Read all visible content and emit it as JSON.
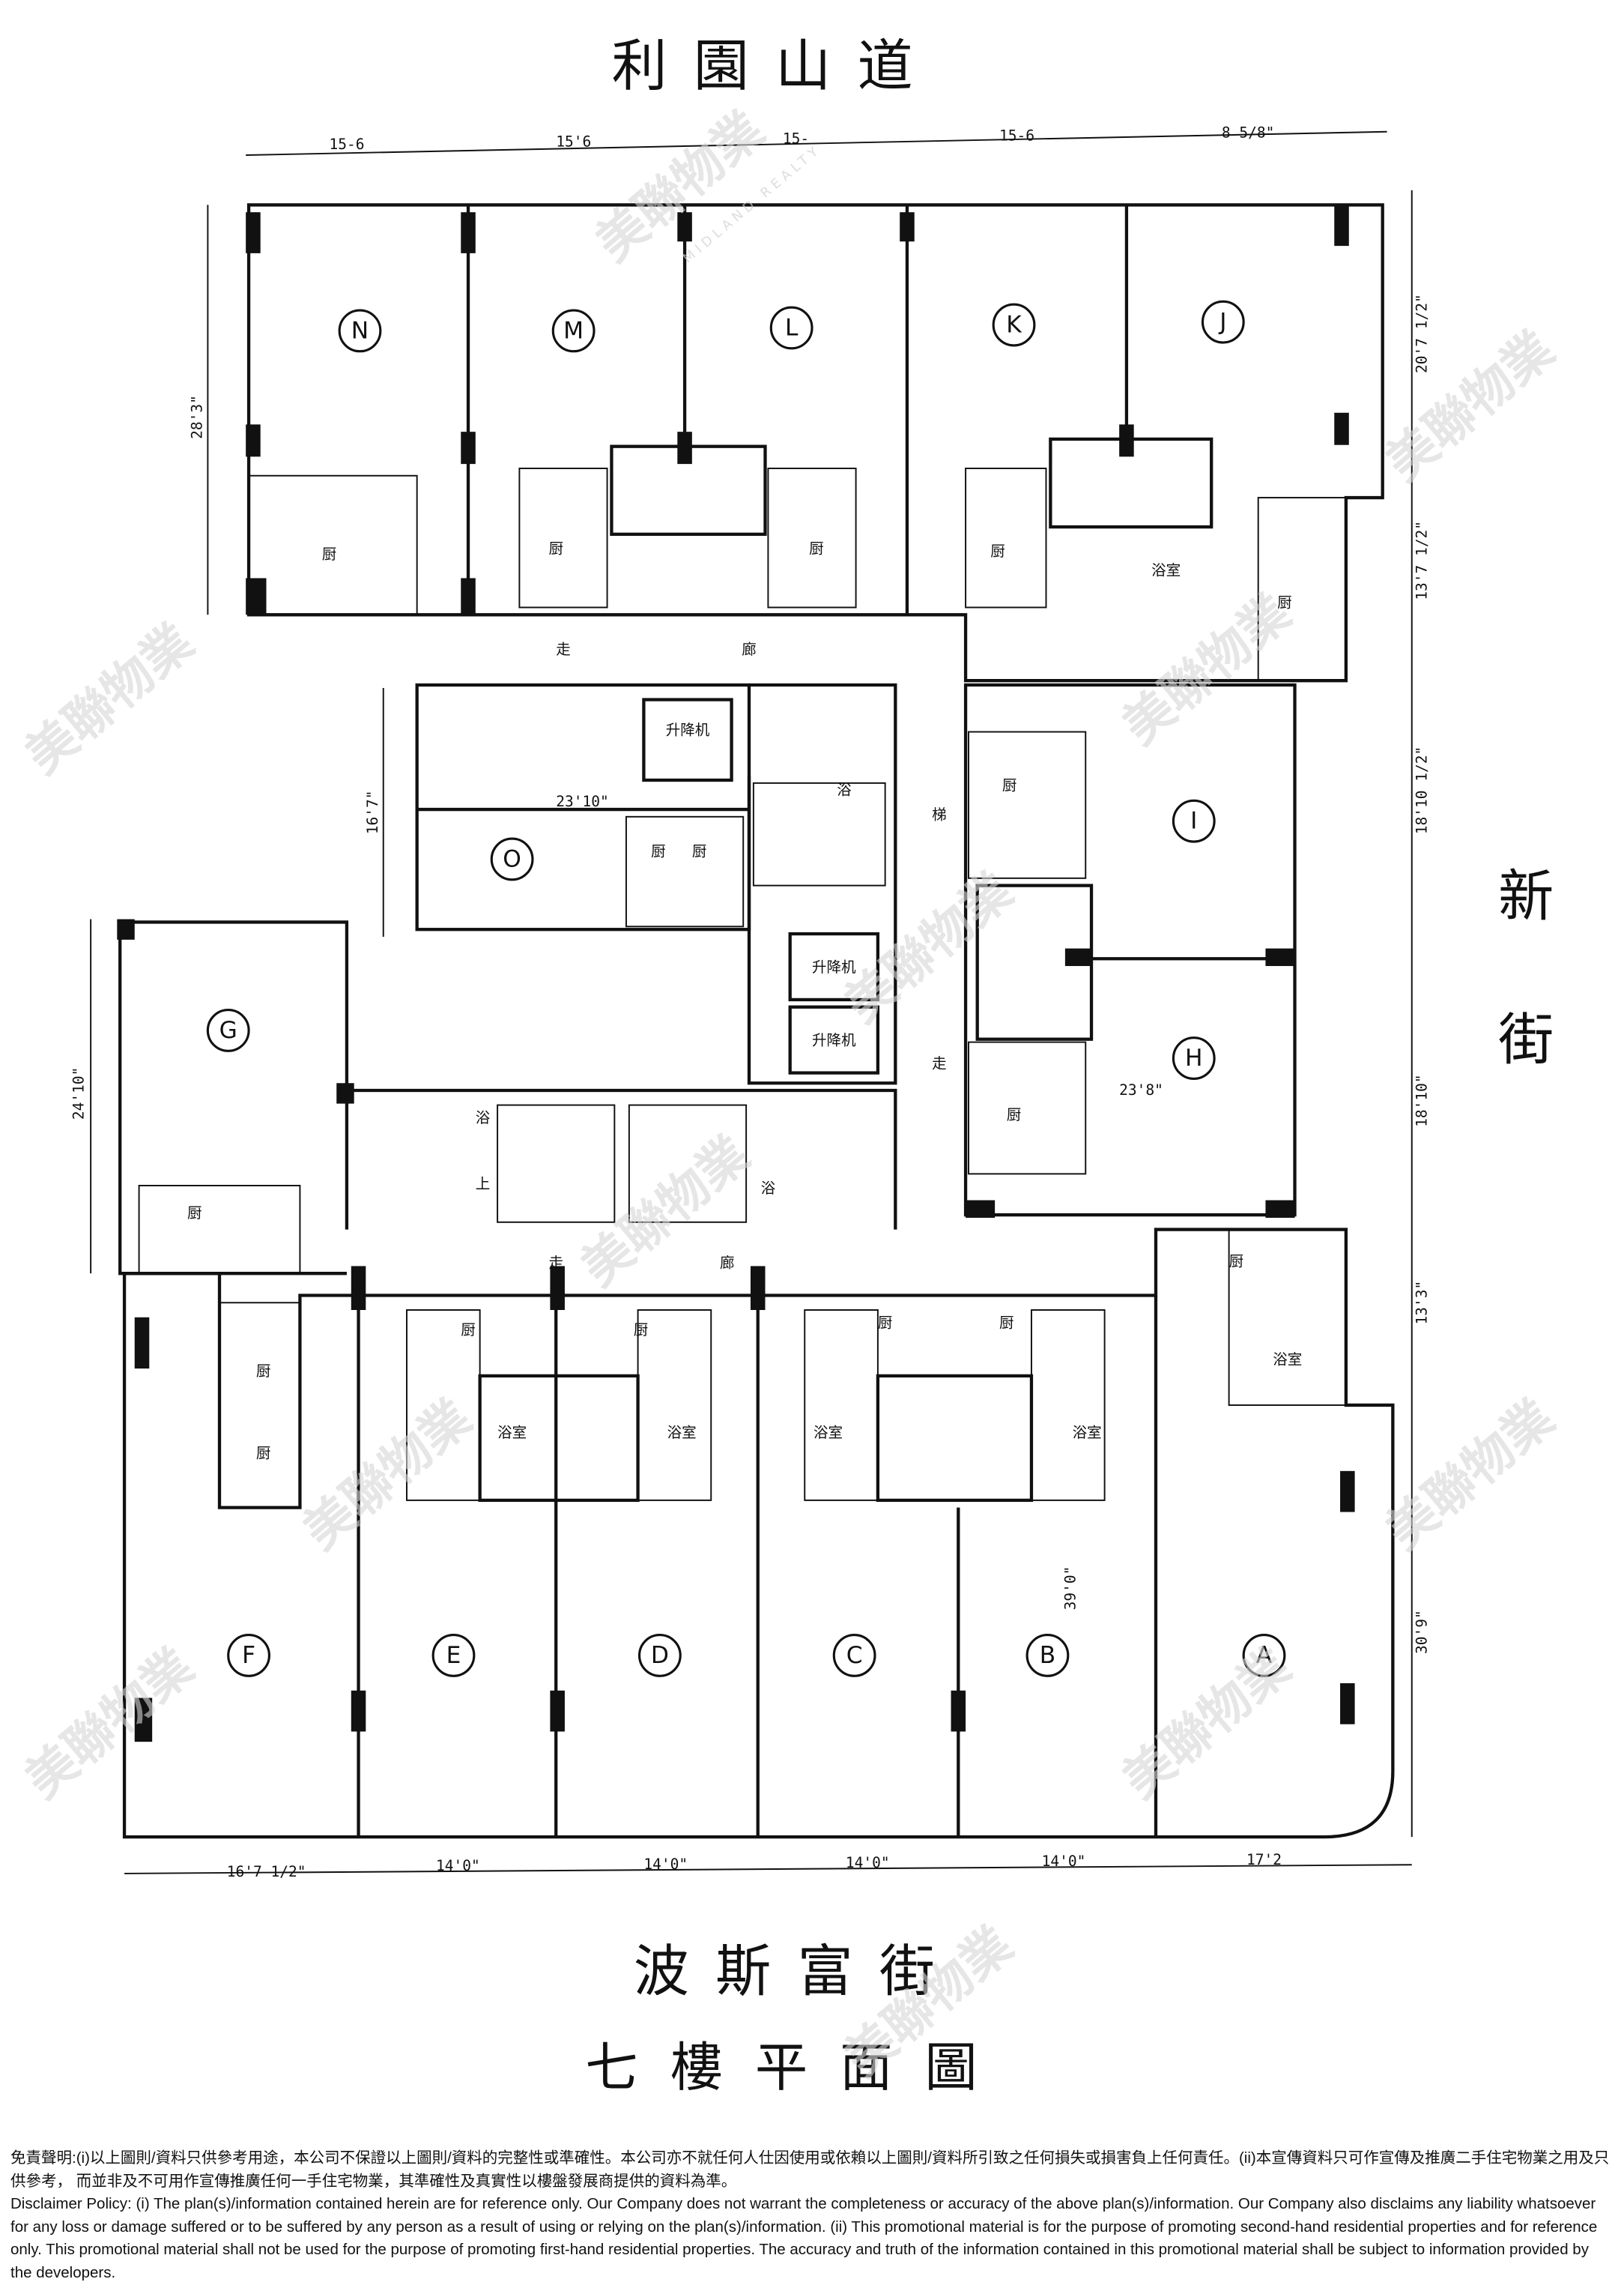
{
  "streets": {
    "top": "利園山道",
    "right": "新街",
    "bottom": "波斯富街"
  },
  "plan_title": "七樓平面圖",
  "units": [
    "N",
    "M",
    "L",
    "K",
    "J",
    "I",
    "O",
    "G",
    "H",
    "F",
    "E",
    "D",
    "C",
    "B",
    "A"
  ],
  "rooms": {
    "kitchen": "厨",
    "bathroom": "浴室",
    "bath": "浴",
    "corridor_1": "走",
    "corridor_2": "廊",
    "lift": "升降机",
    "up": "上",
    "lobby": "梯"
  },
  "dimensions": {
    "top": [
      "15-6",
      "15'6",
      "15-",
      "15-6",
      "8 5/8\""
    ],
    "bottom": [
      "16'7 1/2\"",
      "14'0\"",
      "14'0\"",
      "14'0\"",
      "14'0\"",
      "17'2"
    ],
    "left": [
      "28'3\"",
      "16'7\"",
      "24'10\""
    ],
    "right": [
      "20'7 1/2\"",
      "13'7 1/2\"",
      "18'10 1/2\"",
      "18'10\"",
      "13'3\"",
      "30'9\""
    ],
    "internal": [
      "23'10\"",
      "23'8\"",
      "39'0\""
    ]
  },
  "watermark": {
    "cn": "美聯物業",
    "en": "MIDLAND REALTY"
  },
  "disclaimer": {
    "zh": "免責聲明:(i)以上圖則/資料只供參考用途，本公司不保證以上圖則/資料的完整性或準確性。本公司亦不就任何人仕因使用或依賴以上圖則/資料所引致之任何損失或損害負上任何責任。(ii)本宣傳資料只可作宣傳及推廣二手住宅物業之用及只供參考， 而並非及不可用作宣傳推廣任何一手住宅物業，其準確性及真實性以樓盤發展商提供的資料為準。",
    "en": "Disclaimer Policy: (i) The plan(s)/information contained herein are for reference only. Our Company does not warrant the completeness or accuracy of the above plan(s)/information. Our Company also disclaims any liability whatsoever for any loss or damage suffered or to be suffered by any person as a result of using or relying on the plan(s)/information. (ii) This promotional material is for the purpose of promoting second-hand residential properties and for reference only. This promotional material shall not be used for the purpose of promoting first-hand residential properties. The accuracy and truth of the information contained in this promotional material shall be subject to information provided by the developers."
  }
}
